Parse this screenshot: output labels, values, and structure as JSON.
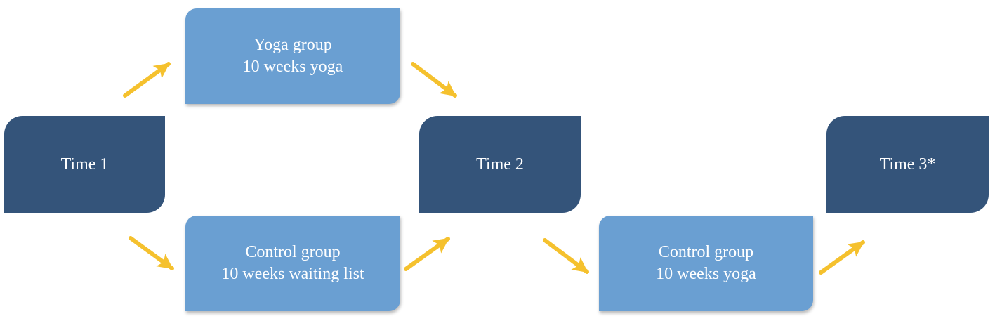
{
  "timepoints": {
    "t1": "Time 1",
    "t2": "Time 2",
    "t3": "Time 3*"
  },
  "groups": {
    "yoga": {
      "title": "Yoga group",
      "detail": "10 weeks yoga"
    },
    "control_waiting": {
      "title": "Control group",
      "detail": "10 weeks waiting list"
    },
    "control_yoga": {
      "title": "Control group",
      "detail": "10 weeks yoga"
    }
  },
  "colors": {
    "timepoint_box": "#34547a",
    "group_box": "#6a9fd2",
    "arrow": "#f5c12e"
  }
}
